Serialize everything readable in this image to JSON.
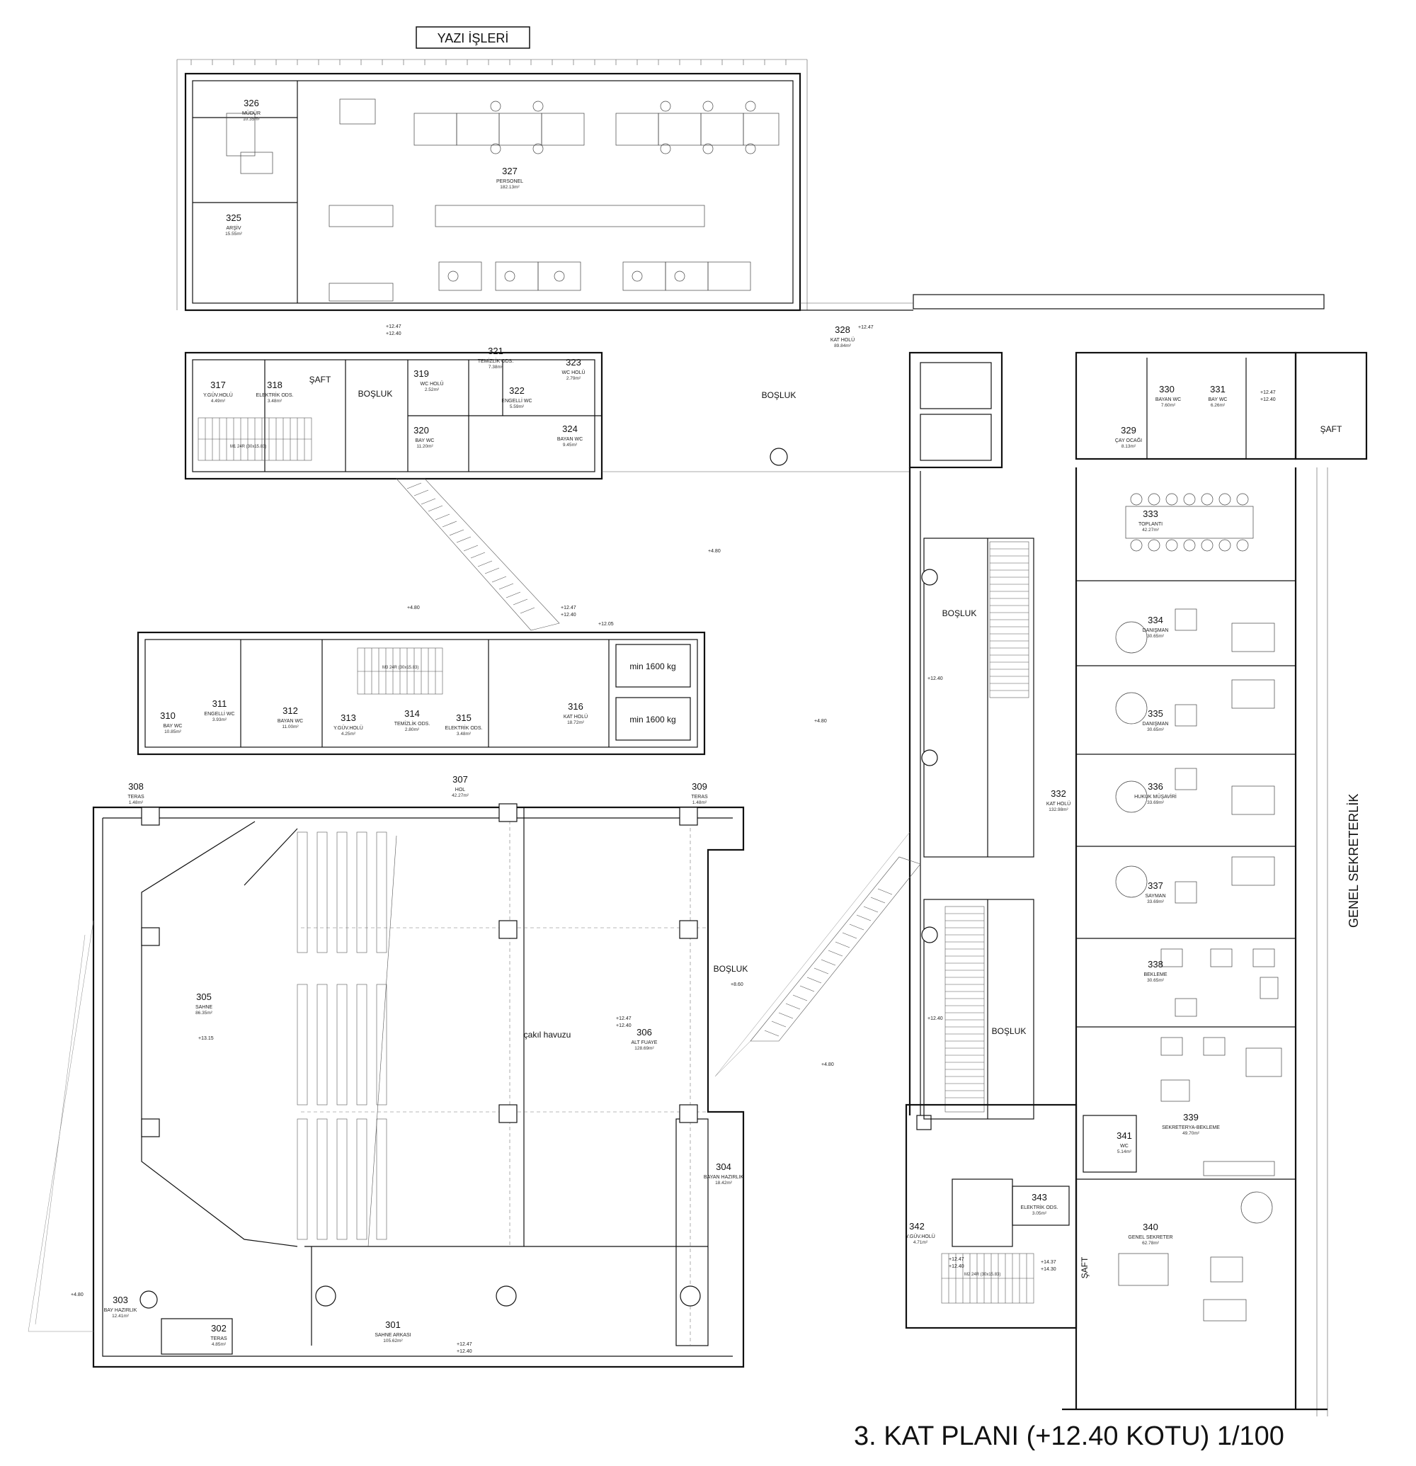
{
  "plan": {
    "title": "3. KAT PLANI (+12.40 KOTU) 1/100",
    "section_yazi": "YAZI İŞLERİ",
    "section_genel": "GENEL SEKRETERLİK",
    "voids": [
      "BOŞLUK",
      "BOŞLUK",
      "BOŞLUK",
      "BOŞLUK",
      "BOŞLUK"
    ],
    "shafts": [
      "ŞAFT",
      "ŞAFT",
      "ŞAFT"
    ],
    "pool": "çakıl havuzu",
    "lift_a": "min 1600 kg",
    "lift_b": "min 1600 kg",
    "stair_main_a": "M1 24R (30x15.83)",
    "stair_main_b": "M3 24R (30x15.83)",
    "stair_main_c": "M2 24R (30x15.83)",
    "levels": {
      "l1247": "+12.47",
      "l1240": "+12.40",
      "l1437": "+14.37",
      "l1430": "+14.30",
      "l480": "+4.80",
      "l860": "+8.60",
      "l1315": "+13.15",
      "l1205": "+12.05"
    }
  },
  "rooms": {
    "r301": {
      "num": "301",
      "name": "SAHNE ARKASI",
      "area": "105.62m²"
    },
    "r302": {
      "num": "302",
      "name": "TERAS",
      "area": "4.85m²"
    },
    "r303": {
      "num": "303",
      "name": "BAY HAZIRLIK",
      "area": "12.41m²"
    },
    "r304": {
      "num": "304",
      "name": "BAYAN HAZIRLIK",
      "area": "18.42m²"
    },
    "r305": {
      "num": "305",
      "name": "SAHNE",
      "area": "86.35m²"
    },
    "r306": {
      "num": "306",
      "name": "ALT FUAYE",
      "area": "128.69m²"
    },
    "r307": {
      "num": "307",
      "name": "HOL",
      "area": "42.27m²"
    },
    "r308": {
      "num": "308",
      "name": "TERAS",
      "area": "1.48m²"
    },
    "r309": {
      "num": "309",
      "name": "TERAS",
      "area": "1.48m²"
    },
    "r310": {
      "num": "310",
      "name": "BAY WC",
      "area": "10.85m²"
    },
    "r311": {
      "num": "311",
      "name": "ENGELLİ WC",
      "area": "3.93m²"
    },
    "r312": {
      "num": "312",
      "name": "BAYAN WC",
      "area": "11.00m²"
    },
    "r313": {
      "num": "313",
      "name": "Y.GÜV.HOLÜ",
      "area": "4.25m²"
    },
    "r314": {
      "num": "314",
      "name": "TEMİZLİK ODS.",
      "area": "2.80m²"
    },
    "r315": {
      "num": "315",
      "name": "ELEKTRİK ODS.",
      "area": "3.48m²"
    },
    "r316": {
      "num": "316",
      "name": "KAT HOLÜ",
      "area": "18.72m²"
    },
    "r317": {
      "num": "317",
      "name": "Y.GÜV.HOLÜ",
      "area": "4.49m²"
    },
    "r318": {
      "num": "318",
      "name": "ELEKTRİK ODS.",
      "area": "3.48m²"
    },
    "r319": {
      "num": "319",
      "name": "WC HOLÜ",
      "area": "2.52m²"
    },
    "r320": {
      "num": "320",
      "name": "BAY WC",
      "area": "11.20m²"
    },
    "r321": {
      "num": "321",
      "name": "TEMİZLİK ODS.",
      "area": "7.38m²"
    },
    "r322": {
      "num": "322",
      "name": "ENGELLİ WC",
      "area": "5.59m²"
    },
    "r323": {
      "num": "323",
      "name": "WC HOLÜ",
      "area": "2.79m²"
    },
    "r324": {
      "num": "324",
      "name": "BAYAN WC",
      "area": "9.45m²"
    },
    "r325": {
      "num": "325",
      "name": "ARŞİV",
      "area": "15.55m²"
    },
    "r326": {
      "num": "326",
      "name": "MÜDÜR",
      "area": "10.35m²"
    },
    "r327": {
      "num": "327",
      "name": "PERSONEL",
      "area": "182.13m²"
    },
    "r328": {
      "num": "328",
      "name": "KAT HOLÜ",
      "area": "89.84m²"
    },
    "r329": {
      "num": "329",
      "name": "ÇAY OCAĞI",
      "area": "8.13m²"
    },
    "r330": {
      "num": "330",
      "name": "BAYAN WC",
      "area": "7.60m²"
    },
    "r331": {
      "num": "331",
      "name": "BAY WC",
      "area": "6.26m²"
    },
    "r332": {
      "num": "332",
      "name": "KAT HOLÜ",
      "area": "132.98m²"
    },
    "r333": {
      "num": "333",
      "name": "TOPLANTI",
      "area": "42.27m²"
    },
    "r334": {
      "num": "334",
      "name": "DANIŞMAN",
      "area": "30.65m²"
    },
    "r335": {
      "num": "335",
      "name": "DANIŞMAN",
      "area": "30.65m²"
    },
    "r336": {
      "num": "336",
      "name": "HUKUK MÜŞAVİRİ",
      "area": "33.69m²"
    },
    "r337": {
      "num": "337",
      "name": "SAYMAN",
      "area": "33.69m²"
    },
    "r338": {
      "num": "338",
      "name": "BEKLEME",
      "area": "30.65m²"
    },
    "r339": {
      "num": "339",
      "name": "SEKRETERYA-BEKLEME",
      "area": "49.70m²"
    },
    "r340": {
      "num": "340",
      "name": "GENEL SEKRETER",
      "area": "62.78m²"
    },
    "r341": {
      "num": "341",
      "name": "WC",
      "area": "5.14m²"
    },
    "r342": {
      "num": "342",
      "name": "Y.GÜV.HOLÜ",
      "area": "4.71m²"
    },
    "r343": {
      "num": "343",
      "name": "ELEKTRİK ODS.",
      "area": "3.05m²"
    }
  }
}
